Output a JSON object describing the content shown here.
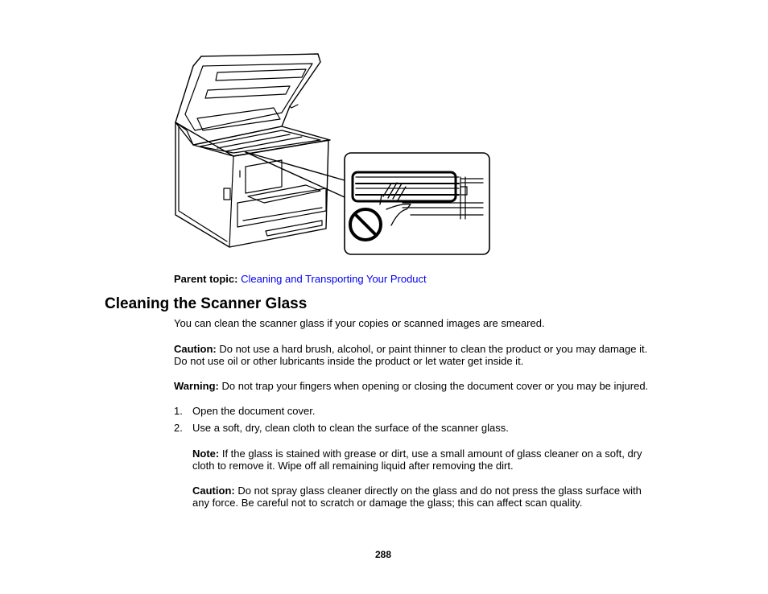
{
  "parent_topic": {
    "label": "Parent topic:",
    "link": "Cleaning and Transporting Your Product"
  },
  "heading": "Cleaning the Scanner Glass",
  "intro": "You can clean the scanner glass if your copies or scanned images are smeared.",
  "caution1": {
    "label": "Caution:",
    "line1": "Do not use a hard brush, alcohol, or paint thinner to clean the product or you may damage it.",
    "line2": "Do not use oil or other lubricants inside the product or let water get inside it."
  },
  "warning": {
    "label": "Warning:",
    "text": "Do not trap your fingers when opening or closing the document cover or you may be injured."
  },
  "steps": [
    {
      "num": "1.",
      "text": "Open the document cover."
    },
    {
      "num": "2.",
      "text": "Use a soft, dry, clean cloth to clean the surface of the scanner glass."
    }
  ],
  "note": {
    "label": "Note:",
    "line1": "If the glass is stained with grease or dirt, use a small amount of glass cleaner on a soft, dry",
    "line2": "cloth to remove it. Wipe off all remaining liquid after removing the dirt."
  },
  "caution2": {
    "label": "Caution:",
    "line1": "Do not spray glass cleaner directly on the glass and do not press the glass surface with",
    "line2": "any force. Be careful not to scratch or damage the glass; this can affect scan quality."
  },
  "page_number": "288",
  "illustration": {
    "printer_icon": "printer-open-scanner-icon",
    "prohibited_icon": "prohibited-icon",
    "hand_icon": "hand-icon"
  }
}
